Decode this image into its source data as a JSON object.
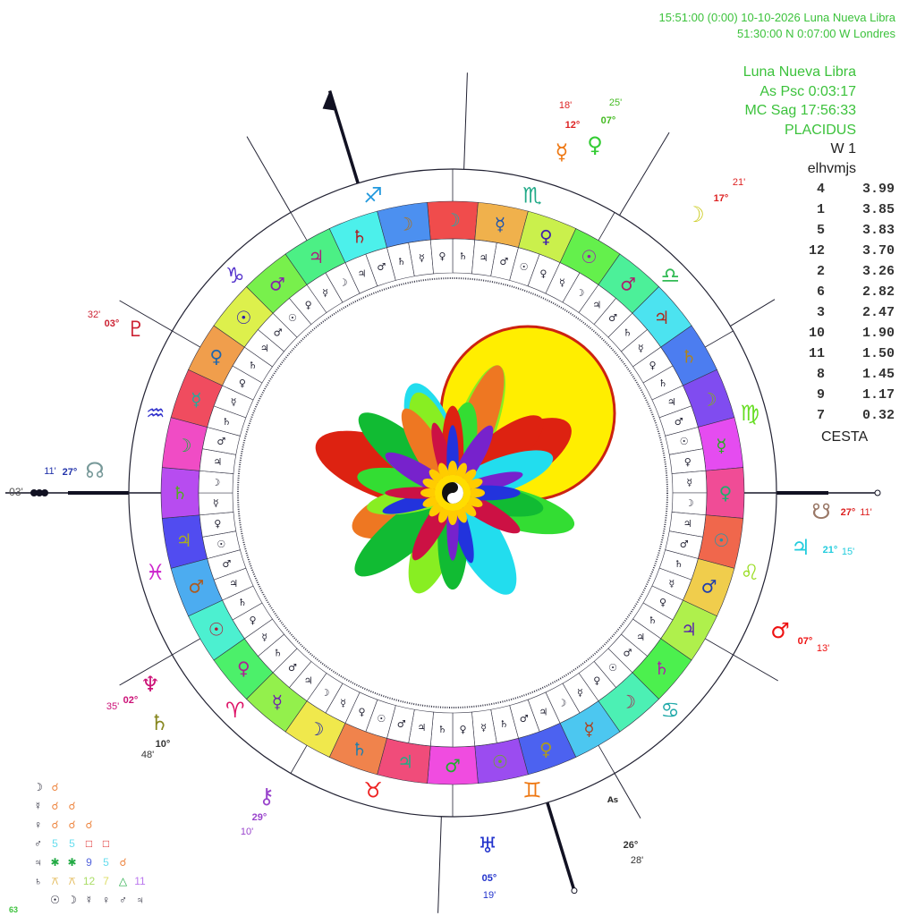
{
  "header": {
    "line1": "15:51:00 (0:00) 10-10-2026  Luna Nueva Libra",
    "line2": "51:30:00 N  0:07:00 W  Londres"
  },
  "info": {
    "title": "Luna Nueva Libra",
    "asc": "As Psc  0:03:17",
    "mc": "MC Sag  17:56:33",
    "system": "PLACIDUS",
    "w": "W 1",
    "elements": "elhvmjs"
  },
  "house_scores": [
    {
      "house": "4",
      "score": "3.99"
    },
    {
      "house": "1",
      "score": "3.85"
    },
    {
      "house": "5",
      "score": "3.83"
    },
    {
      "house": "12",
      "score": "3.70"
    },
    {
      "house": "2",
      "score": "3.26"
    },
    {
      "house": "6",
      "score": "2.82"
    },
    {
      "house": "3",
      "score": "2.47"
    },
    {
      "house": "10",
      "score": "1.90"
    },
    {
      "house": "11",
      "score": "1.50"
    },
    {
      "house": "8",
      "score": "1.45"
    },
    {
      "house": "9",
      "score": "1.17"
    },
    {
      "house": "7",
      "score": "0.32"
    }
  ],
  "cesta_label": "CESTA",
  "zodiac": [
    {
      "sign": "♍",
      "color": "#66dd22"
    },
    {
      "sign": "♎",
      "color": "#33bb55"
    },
    {
      "sign": "♏",
      "color": "#22aa88"
    },
    {
      "sign": "♐",
      "color": "#2299dd"
    },
    {
      "sign": "♑",
      "color": "#5533cc"
    },
    {
      "sign": "♒",
      "color": "#3333cc"
    },
    {
      "sign": "♓",
      "color": "#cc22cc"
    },
    {
      "sign": "♈",
      "color": "#dd1166"
    },
    {
      "sign": "♉",
      "color": "#ee2222"
    },
    {
      "sign": "♊",
      "color": "#ee7711"
    },
    {
      "sign": "♋",
      "color": "#22aaaa"
    },
    {
      "sign": "♌",
      "color": "#99dd22"
    }
  ],
  "ring_glyphs": [
    "☽",
    "☿",
    "♀",
    "☉",
    "♂",
    "♃",
    "♄"
  ],
  "inner_glyphs": [
    "♄",
    "♃",
    "♂",
    "☉",
    "♀",
    "☿",
    "☽",
    "♃",
    "♂",
    "♄",
    "☿",
    "♀"
  ],
  "planet_labels": [
    {
      "glyph": "☿",
      "deg": "12°",
      "min": "18'",
      "color": "#ee7711",
      "tcolor": "#dd2222"
    },
    {
      "glyph": "♀",
      "deg": "07°",
      "min": "25'",
      "color": "#33cc33",
      "tcolor": "#44bb22"
    },
    {
      "glyph": "☽",
      "deg": "17°",
      "min": "21'",
      "color": "#cccc22",
      "tcolor": "#dd2222"
    },
    {
      "glyph": "♇",
      "deg": "03°",
      "min": "32'",
      "color": "#cc2233",
      "tcolor": "#cc2233"
    },
    {
      "glyph": "☊",
      "deg": "27°",
      "min": "11'",
      "color": "#779999",
      "tcolor": "#2233aa"
    },
    {
      "glyph": "☋",
      "deg": "27°",
      "min": "11'",
      "color": "#997766",
      "tcolor": "#dd2222"
    },
    {
      "glyph": "♃",
      "deg": "21°",
      "min": "15'",
      "color": "#22ccdd",
      "tcolor": "#22ccdd"
    },
    {
      "glyph": "♂",
      "deg": "07°",
      "min": "13'",
      "color": "#ee1111",
      "tcolor": "#ee1111"
    },
    {
      "glyph": "♆",
      "deg": "02°",
      "min": "35'",
      "color": "#cc1177",
      "tcolor": "#cc1177"
    },
    {
      "glyph": "♄",
      "deg": "10°",
      "min": "48'",
      "color": "#888822",
      "tcolor": "#333333"
    },
    {
      "glyph": "⚷",
      "deg": "29°",
      "min": "10'",
      "color": "#9944cc",
      "tcolor": "#9944cc"
    },
    {
      "glyph": "♅",
      "deg": "05°",
      "min": "19'",
      "color": "#2233cc",
      "tcolor": "#2233cc"
    },
    {
      "glyph": "As",
      "deg": "26°",
      "min": "28'",
      "color": "#333333",
      "tcolor": "#333333"
    }
  ],
  "left_axis_min": "03'",
  "aspect_grid": {
    "rows": [
      {
        "planet": "☽",
        "cells": [
          {
            "t": "☌",
            "c": "#ee8844"
          }
        ]
      },
      {
        "planet": "☿",
        "cells": [
          {
            "t": "☌",
            "c": "#ee8844"
          },
          {
            "t": "☌",
            "c": "#ee8844"
          }
        ]
      },
      {
        "planet": "♀",
        "cells": [
          {
            "t": "☌",
            "c": "#ee8844"
          },
          {
            "t": "☌",
            "c": "#ee8844"
          },
          {
            "t": "☌",
            "c": "#ee8844"
          }
        ]
      },
      {
        "planet": "♂",
        "cells": [
          {
            "t": "5",
            "c": "#66ddee"
          },
          {
            "t": "5",
            "c": "#66ddee"
          },
          {
            "t": "□",
            "c": "#dd2222"
          },
          {
            "t": "□",
            "c": "#dd2222"
          }
        ]
      },
      {
        "planet": "♃",
        "cells": [
          {
            "t": "✱",
            "c": "#22aa44"
          },
          {
            "t": "✱",
            "c": "#22aa44"
          },
          {
            "t": "9",
            "c": "#5566dd"
          },
          {
            "t": "5",
            "c": "#66ddee"
          },
          {
            "t": "☌",
            "c": "#ee8844"
          }
        ]
      },
      {
        "planet": "♄",
        "cells": [
          {
            "t": "⚻",
            "c": "#ddaa33"
          },
          {
            "t": "⚻",
            "c": "#ddaa33"
          },
          {
            "t": "12",
            "c": "#aadd66"
          },
          {
            "t": "7",
            "c": "#dddd66"
          },
          {
            "t": "△",
            "c": "#22aa44"
          },
          {
            "t": "11",
            "c": "#bb77ee"
          }
        ]
      }
    ],
    "footer": [
      "☉",
      "☽",
      "☿",
      "♀",
      "♂",
      "♃"
    ]
  },
  "footer_number": "63",
  "petal_colors": [
    "#dd2211",
    "#33dd33",
    "#ee7722",
    "#22ddee",
    "#88ee22",
    "#11bb33",
    "#ffee00",
    "#cc1144",
    "#7722cc",
    "#2233dd"
  ]
}
